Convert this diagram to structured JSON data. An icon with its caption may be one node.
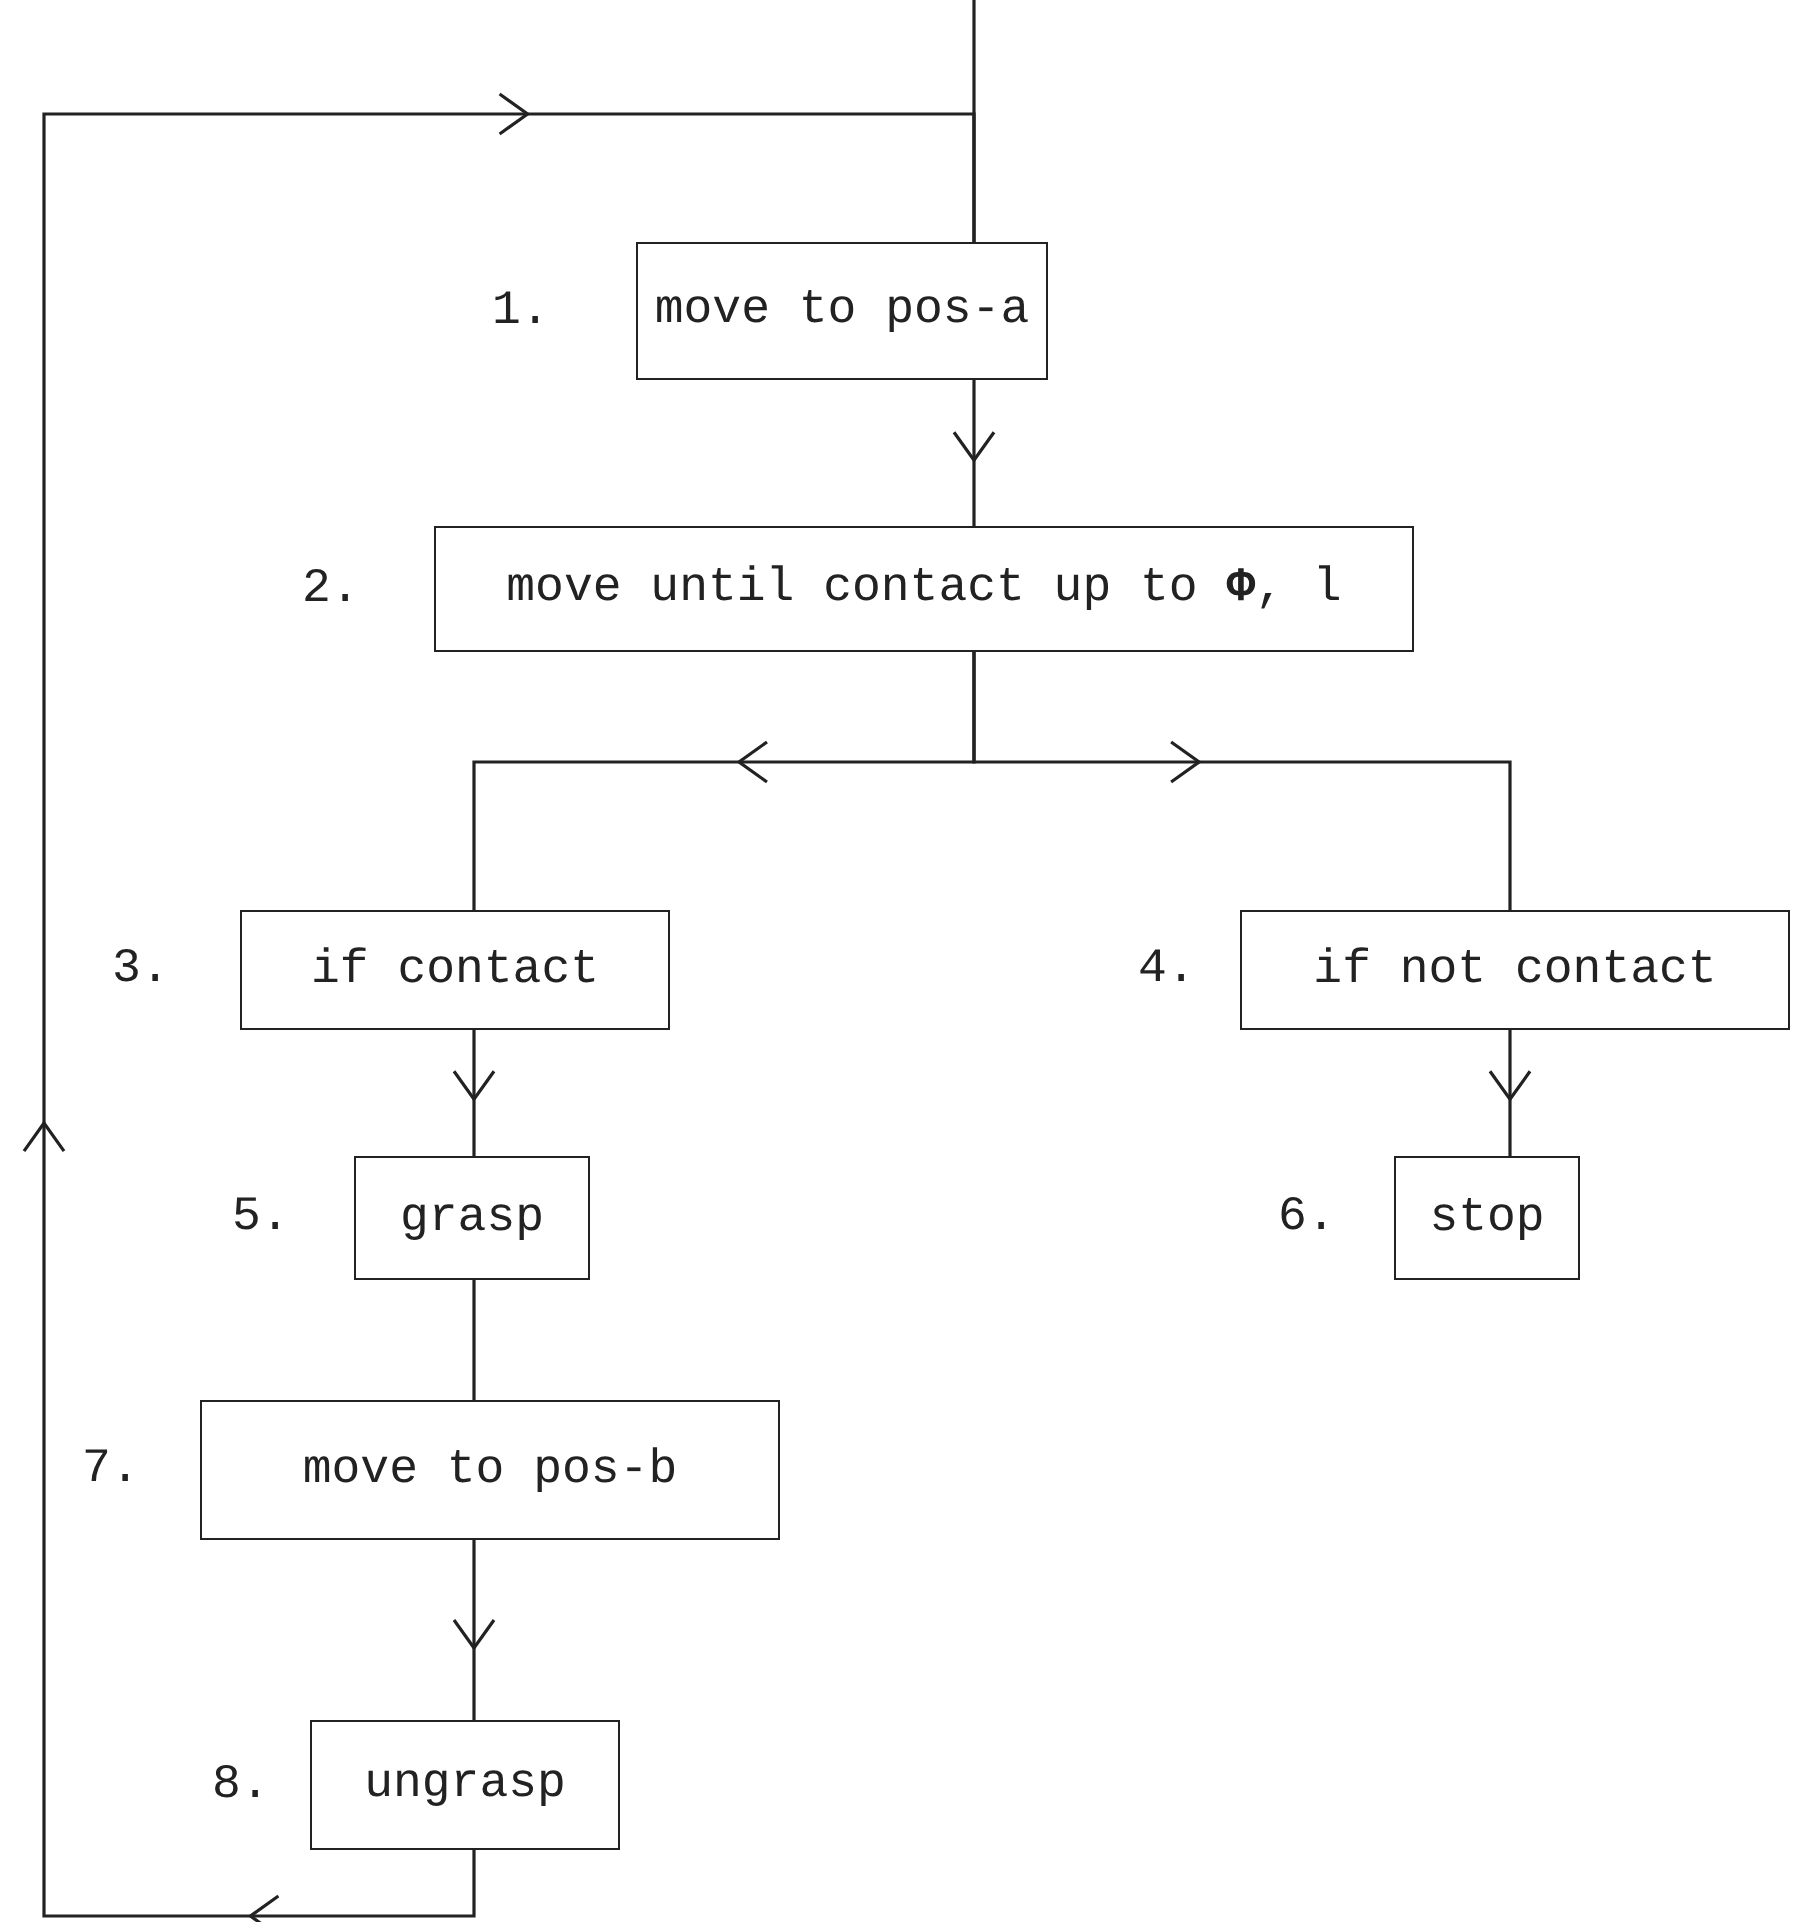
{
  "diagram": {
    "nodes": [
      {
        "text": [
          "move to pos-a"
        ],
        "beside": [
          "1."
        ]
      },
      {
        "text": [
          "move until contact up to **Φ**, l"
        ],
        "beside": [
          "2."
        ]
      },
      {
        "text": [
          "if contact"
        ],
        "beside": [
          "3."
        ]
      },
      {
        "text": [
          "if not contact"
        ],
        "beside": [
          "4."
        ]
      },
      {
        "text": [
          "grasp"
        ],
        "beside": [
          "5."
        ]
      },
      {
        "text": [
          "stop"
        ],
        "beside": [
          "6."
        ]
      },
      {
        "text": [
          "move to pos-b"
        ],
        "beside": [
          "7."
        ]
      },
      {
        "text": [
          "ungrasp"
        ],
        "beside": [
          "8."
        ]
      }
    ],
    "edges": [
      {
        "from": null,
        "to": 0,
        "arrow": "none"
      },
      {
        "from": 0,
        "to": 1,
        "arrow": "to"
      },
      {
        "from": 1,
        "to": 2,
        "arrow": "to"
      },
      {
        "from": 1,
        "to": 3,
        "arrow": "to"
      },
      {
        "from": 2,
        "to": 4,
        "arrow": "to"
      },
      {
        "from": 3,
        "to": 5,
        "arrow": "to"
      },
      {
        "from": 4,
        "to": 6,
        "arrow": "none"
      },
      {
        "from": 6,
        "to": 7,
        "arrow": "to"
      },
      {
        "from": 7,
        "to": 0,
        "arrow": "to"
      }
    ]
  }
}
